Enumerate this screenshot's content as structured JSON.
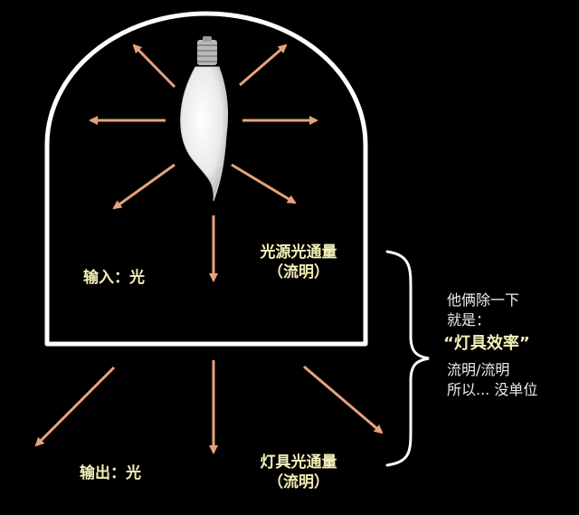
{
  "diagram": {
    "input_label": "输入：光",
    "output_label": "输出：光",
    "source_flux": {
      "line1": "光源光通量",
      "line2": "（流明）"
    },
    "fixture_flux": {
      "line1": "灯具光通量",
      "line2": "（流明）"
    },
    "note": {
      "line1": "他俩除一下",
      "line2": "就是：",
      "emphasis": "“灯具效率”",
      "line3": "流明/流明",
      "line4": "所以... 没单位"
    },
    "colors": {
      "background": "#000000",
      "arrow": "#e8a27a",
      "enclosure": "#ffffff",
      "label": "#f3efb8",
      "note_text": "#e9f0ea"
    },
    "icons": {
      "lamp": "candle-bulb-icon"
    }
  }
}
